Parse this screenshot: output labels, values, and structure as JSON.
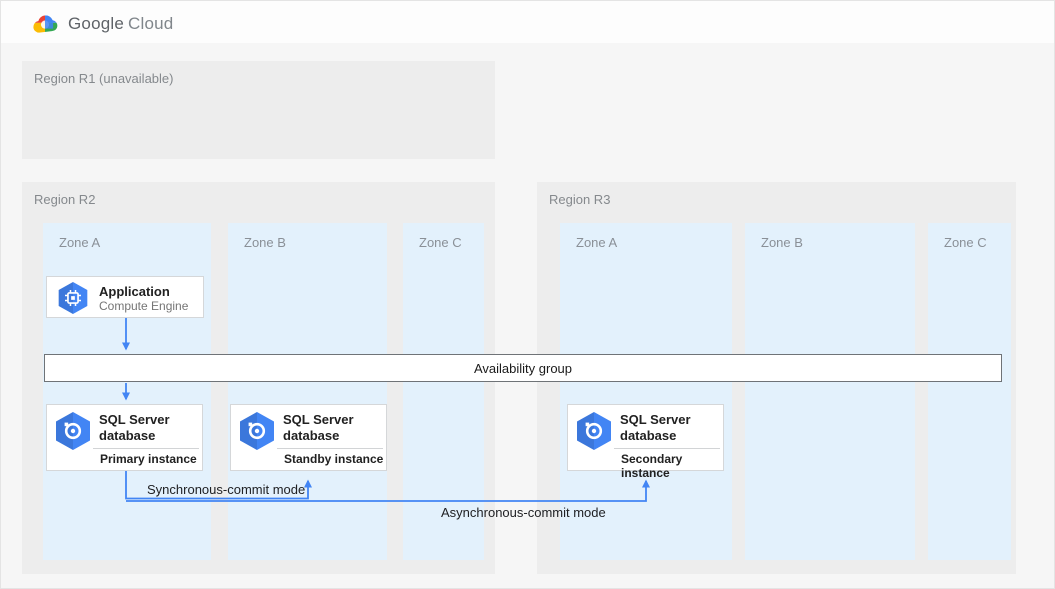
{
  "header": {
    "logo": {
      "google": "Google",
      "cloud": "Cloud"
    }
  },
  "regions": {
    "r1": {
      "label": "Region R1 (unavailable)"
    },
    "r2": {
      "label": "Region R2",
      "zones": [
        {
          "label": "Zone A"
        },
        {
          "label": "Zone B"
        },
        {
          "label": "Zone C"
        }
      ]
    },
    "r3": {
      "label": "Region R3",
      "zones": [
        {
          "label": "Zone A"
        },
        {
          "label": "Zone B"
        },
        {
          "label": "Zone C"
        }
      ]
    }
  },
  "nodes": {
    "application": {
      "title": "Application",
      "subtitle": "Compute Engine",
      "icon": "compute-engine-hexagon-icon"
    },
    "availability_group": {
      "label": "Availability group"
    },
    "sql_primary": {
      "title": "SQL Server database",
      "instance": "Primary instance",
      "icon": "sql-server-hexagon-icon"
    },
    "sql_standby": {
      "title": "SQL Server database",
      "instance": "Standby instance",
      "icon": "sql-server-hexagon-icon"
    },
    "sql_secondary": {
      "title": "SQL Server database",
      "instance": "Secondary instance",
      "icon": "sql-server-hexagon-icon"
    }
  },
  "connections": {
    "app_to_availability_group": {
      "type": "arrow-down"
    },
    "availability_group_to_primary": {
      "type": "arrow-down"
    },
    "sync": {
      "label": "Synchronous-commit mode",
      "from": "sql_primary",
      "to": "sql_standby"
    },
    "async": {
      "label": "Asynchronous-commit mode",
      "from": "sql_primary",
      "to": "sql_secondary"
    }
  },
  "colors": {
    "accent_blue": "#4285f4",
    "region_bg": "#ededed",
    "zone_bg": "#e3f1fc",
    "muted_text": "#80868b",
    "logo_red": "#ea4335",
    "logo_yellow": "#fbbc05",
    "logo_green": "#34a853",
    "logo_blue": "#4285f4"
  }
}
